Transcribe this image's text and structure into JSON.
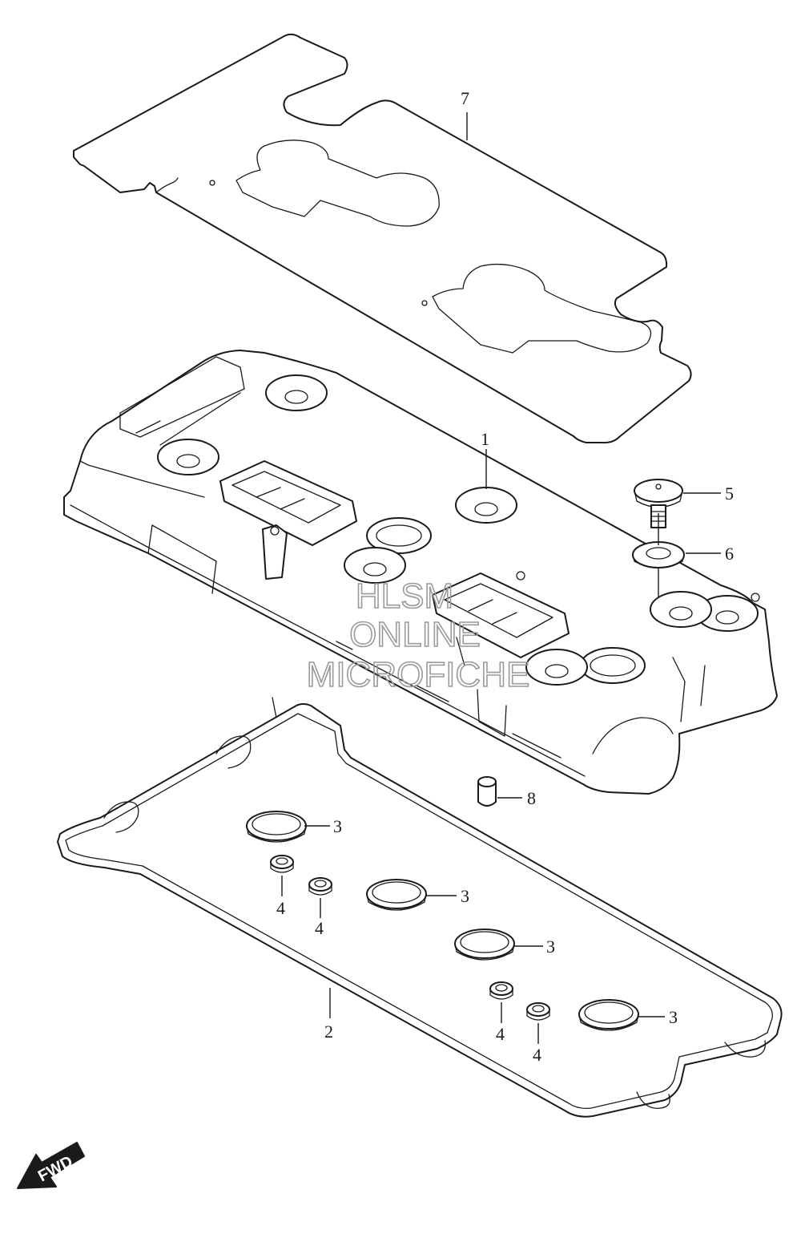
{
  "callouts": [
    {
      "id": "7",
      "label": "7"
    },
    {
      "id": "1",
      "label": "1"
    },
    {
      "id": "5",
      "label": "5"
    },
    {
      "id": "6",
      "label": "6"
    },
    {
      "id": "8",
      "label": "8"
    },
    {
      "id": "3a",
      "label": "3"
    },
    {
      "id": "3b",
      "label": "3"
    },
    {
      "id": "3c",
      "label": "3"
    },
    {
      "id": "3d",
      "label": "3"
    },
    {
      "id": "4a",
      "label": "4"
    },
    {
      "id": "4b",
      "label": "4"
    },
    {
      "id": "4c",
      "label": "4"
    },
    {
      "id": "4d",
      "label": "4"
    },
    {
      "id": "2",
      "label": "2"
    }
  ],
  "watermark": {
    "line1": "HLSM",
    "line2": "ONLINE",
    "line3": "MICROFICHE"
  },
  "fwd_arrow": {
    "label": "FWD"
  }
}
